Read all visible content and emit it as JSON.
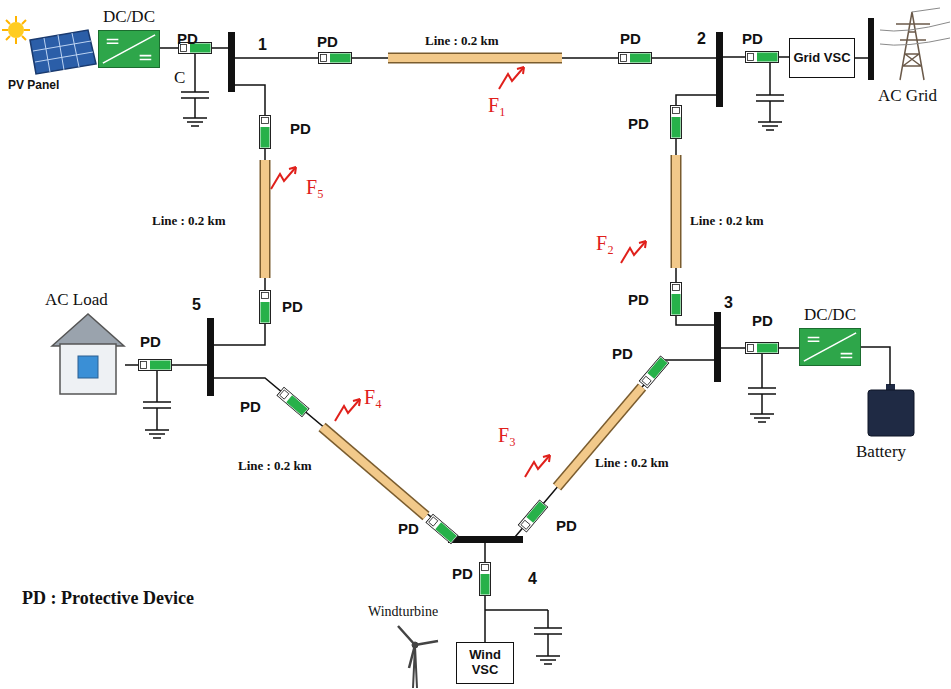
{
  "diagram": {
    "nodes": [
      {
        "text": [
          "DC/DC"
        ]
      },
      {
        "text": [
          "Grid VSC"
        ]
      },
      {
        "text": [
          "DC/DC"
        ]
      },
      {
        "text": [
          "Wind VSC"
        ]
      }
    ],
    "labels": [
      "PV Panel",
      "C",
      "PD",
      "1",
      "PD",
      "Line : 0.2 km",
      "PD",
      "2",
      "PD",
      "AC Grid",
      "F₁",
      "PD",
      "F₅",
      "Line : 0.2 km",
      "PD",
      "Line : 0.2 km",
      "F₂",
      "PD",
      "PD",
      "3",
      "PD",
      "AC Load",
      "5",
      "PD",
      "PD",
      "Battery",
      "PD",
      "F₄",
      "F₃",
      "Line : 0.2 km",
      "Line : 0.2 km",
      "PD",
      "PD",
      "4",
      "PD",
      "Windturbine",
      "PD : Protective Device"
    ]
  }
}
